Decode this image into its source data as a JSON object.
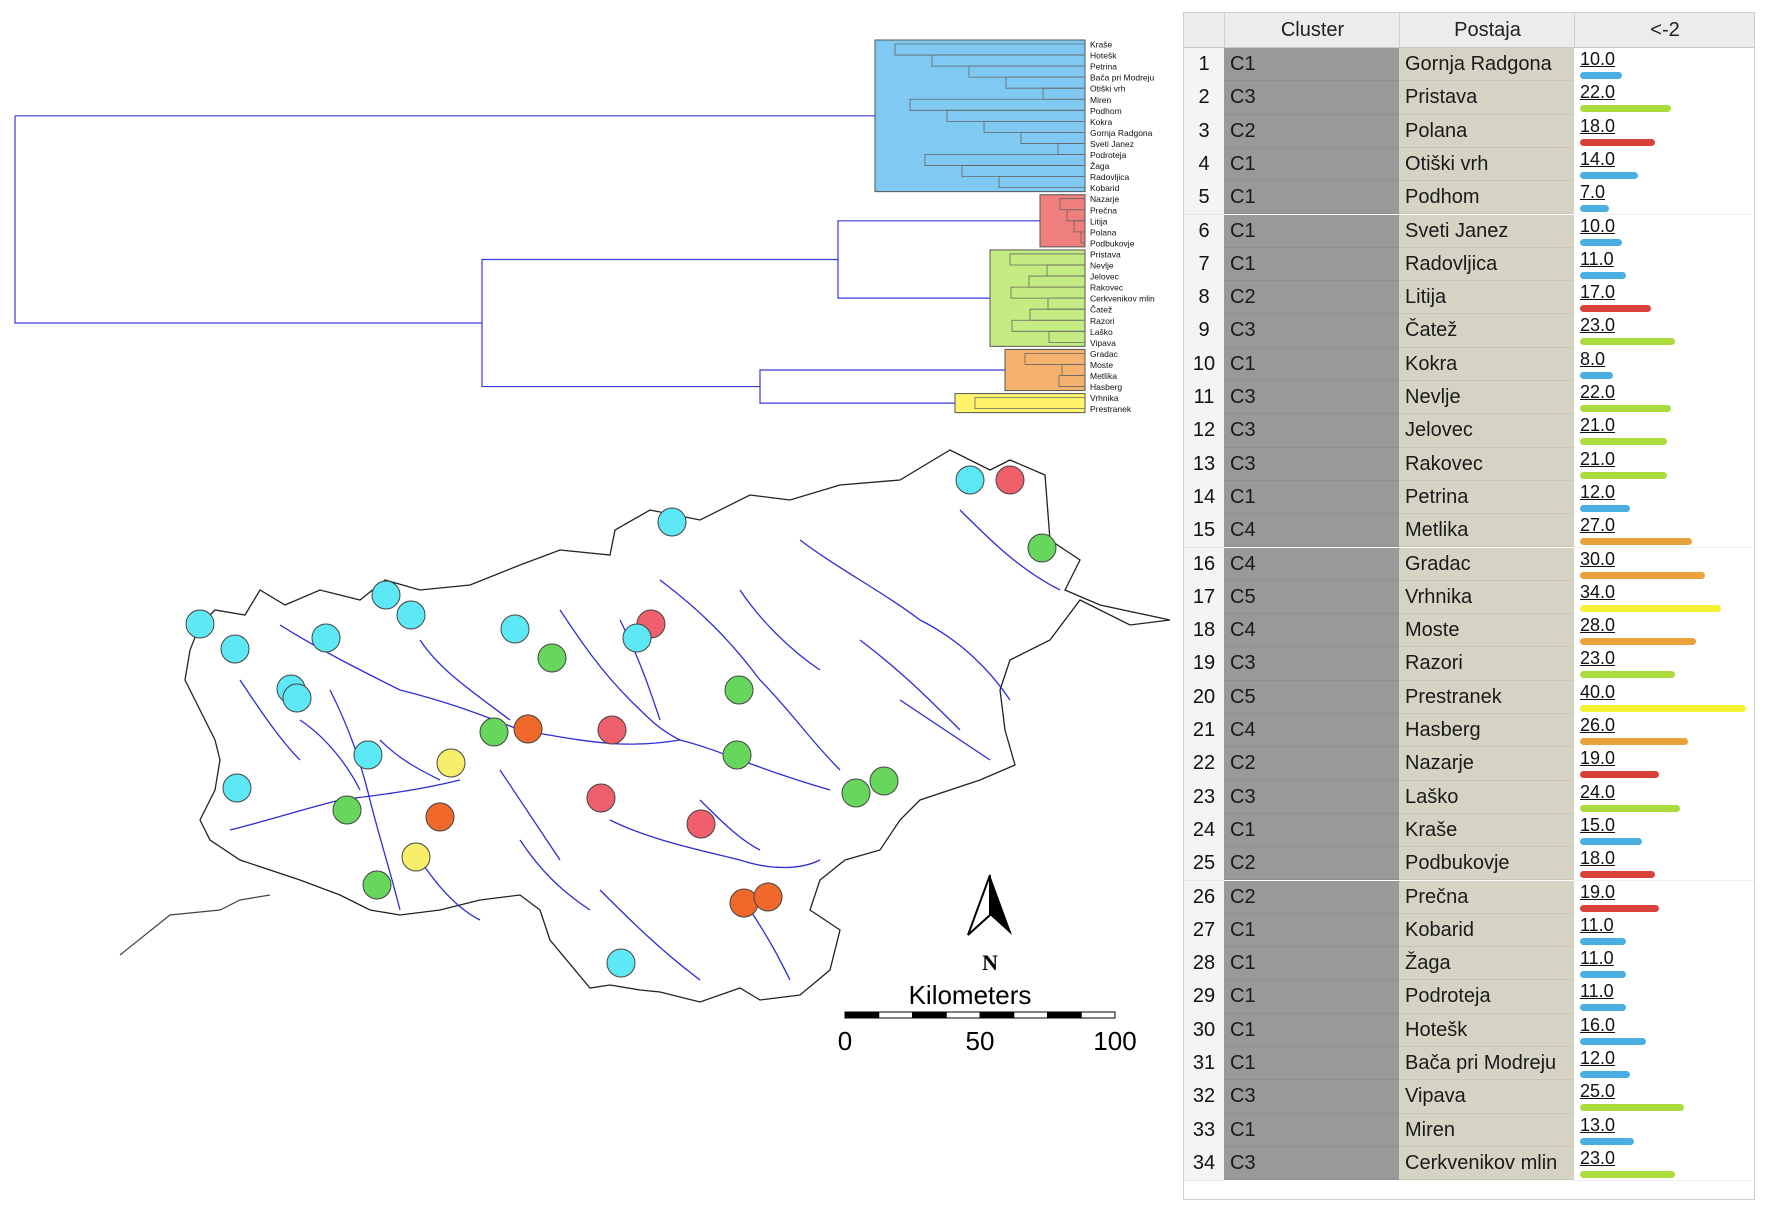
{
  "dendrogram": {
    "leaves": [
      "Kraše",
      "Hotešk",
      "Petrina",
      "Bača pri Modreju",
      "Otiški vrh",
      "Miren",
      "Podhom",
      "Kokra",
      "Gornja Radgona",
      "Sveti Janez",
      "Podroteja",
      "Žaga",
      "Radovljica",
      "Kobarid",
      "Nazarje",
      "Prečna",
      "Litija",
      "Polana",
      "Podbukovje",
      "Pristava",
      "Nevlje",
      "Jelovec",
      "Rakovec",
      "Cerkvenikov mlin",
      "Čatež",
      "Razori",
      "Laško",
      "Vipava",
      "Gradac",
      "Moste",
      "Metlika",
      "Hasberg",
      "Vrhnika",
      "Prestranek"
    ],
    "cluster_colors": {
      "C1": "#7fc9f2",
      "C2": "#ef7f7c",
      "C3": "#c5ec82",
      "C4": "#f5b26e",
      "C5": "#fff36b"
    },
    "link_color": "#3a3adf"
  },
  "map": {
    "north_label": "N",
    "scale_title": "Kilometers",
    "scale_ticks": [
      "0",
      "50",
      "100"
    ],
    "marker_colors": {
      "C1": "#5ce8f5",
      "C2": "#f0606c",
      "C3": "#66d65c",
      "C4": "#f0692b",
      "C5": "#f7ef6c"
    }
  },
  "table": {
    "headers": [
      "Cluster",
      "Postaja",
      "<-2"
    ],
    "bar_colors": {
      "C1": "#4aaee0",
      "C2": "#d8423a",
      "C3": "#a9dc3c",
      "C4": "#eaa33c",
      "C5": "#f4f132"
    },
    "rows": [
      {
        "idx": "1",
        "cluster": "C1",
        "station": "Gornja Radgona",
        "value": "10.0"
      },
      {
        "idx": "2",
        "cluster": "C3",
        "station": "Pristava",
        "value": "22.0"
      },
      {
        "idx": "3",
        "cluster": "C2",
        "station": "Polana",
        "value": "18.0"
      },
      {
        "idx": "4",
        "cluster": "C1",
        "station": "Otiški vrh",
        "value": "14.0"
      },
      {
        "idx": "5",
        "cluster": "C1",
        "station": "Podhom",
        "value": "7.0"
      },
      {
        "idx": "6",
        "cluster": "C1",
        "station": "Sveti Janez",
        "value": "10.0"
      },
      {
        "idx": "7",
        "cluster": "C1",
        "station": "Radovljica",
        "value": "11.0"
      },
      {
        "idx": "8",
        "cluster": "C2",
        "station": "Litija",
        "value": "17.0"
      },
      {
        "idx": "9",
        "cluster": "C3",
        "station": "Čatež",
        "value": "23.0"
      },
      {
        "idx": "10",
        "cluster": "C1",
        "station": "Kokra",
        "value": "8.0"
      },
      {
        "idx": "11",
        "cluster": "C3",
        "station": "Nevlje",
        "value": "22.0"
      },
      {
        "idx": "12",
        "cluster": "C3",
        "station": "Jelovec",
        "value": "21.0"
      },
      {
        "idx": "13",
        "cluster": "C3",
        "station": "Rakovec",
        "value": "21.0"
      },
      {
        "idx": "14",
        "cluster": "C1",
        "station": "Petrina",
        "value": "12.0"
      },
      {
        "idx": "15",
        "cluster": "C4",
        "station": "Metlika",
        "value": "27.0"
      },
      {
        "idx": "16",
        "cluster": "C4",
        "station": "Gradac",
        "value": "30.0"
      },
      {
        "idx": "17",
        "cluster": "C5",
        "station": "Vrhnika",
        "value": "34.0"
      },
      {
        "idx": "18",
        "cluster": "C4",
        "station": "Moste",
        "value": "28.0"
      },
      {
        "idx": "19",
        "cluster": "C3",
        "station": "Razori",
        "value": "23.0"
      },
      {
        "idx": "20",
        "cluster": "C5",
        "station": "Prestranek",
        "value": "40.0"
      },
      {
        "idx": "21",
        "cluster": "C4",
        "station": "Hasberg",
        "value": "26.0"
      },
      {
        "idx": "22",
        "cluster": "C2",
        "station": "Nazarje",
        "value": "19.0"
      },
      {
        "idx": "23",
        "cluster": "C3",
        "station": "Laško",
        "value": "24.0"
      },
      {
        "idx": "24",
        "cluster": "C1",
        "station": "Kraše",
        "value": "15.0"
      },
      {
        "idx": "25",
        "cluster": "C2",
        "station": "Podbukovje",
        "value": "18.0"
      },
      {
        "idx": "26",
        "cluster": "C2",
        "station": "Prečna",
        "value": "19.0"
      },
      {
        "idx": "27",
        "cluster": "C1",
        "station": "Kobarid",
        "value": "11.0"
      },
      {
        "idx": "28",
        "cluster": "C1",
        "station": "Žaga",
        "value": "11.0"
      },
      {
        "idx": "29",
        "cluster": "C1",
        "station": "Podroteja",
        "value": "11.0"
      },
      {
        "idx": "30",
        "cluster": "C1",
        "station": "Hotešk",
        "value": "16.0"
      },
      {
        "idx": "31",
        "cluster": "C1",
        "station": "Bača pri Modreju",
        "value": "12.0"
      },
      {
        "idx": "32",
        "cluster": "C3",
        "station": "Vipava",
        "value": "25.0"
      },
      {
        "idx": "33",
        "cluster": "C1",
        "station": "Miren",
        "value": "13.0"
      },
      {
        "idx": "34",
        "cluster": "C3",
        "station": "Cerkvenikov mlin",
        "value": "23.0"
      }
    ]
  }
}
